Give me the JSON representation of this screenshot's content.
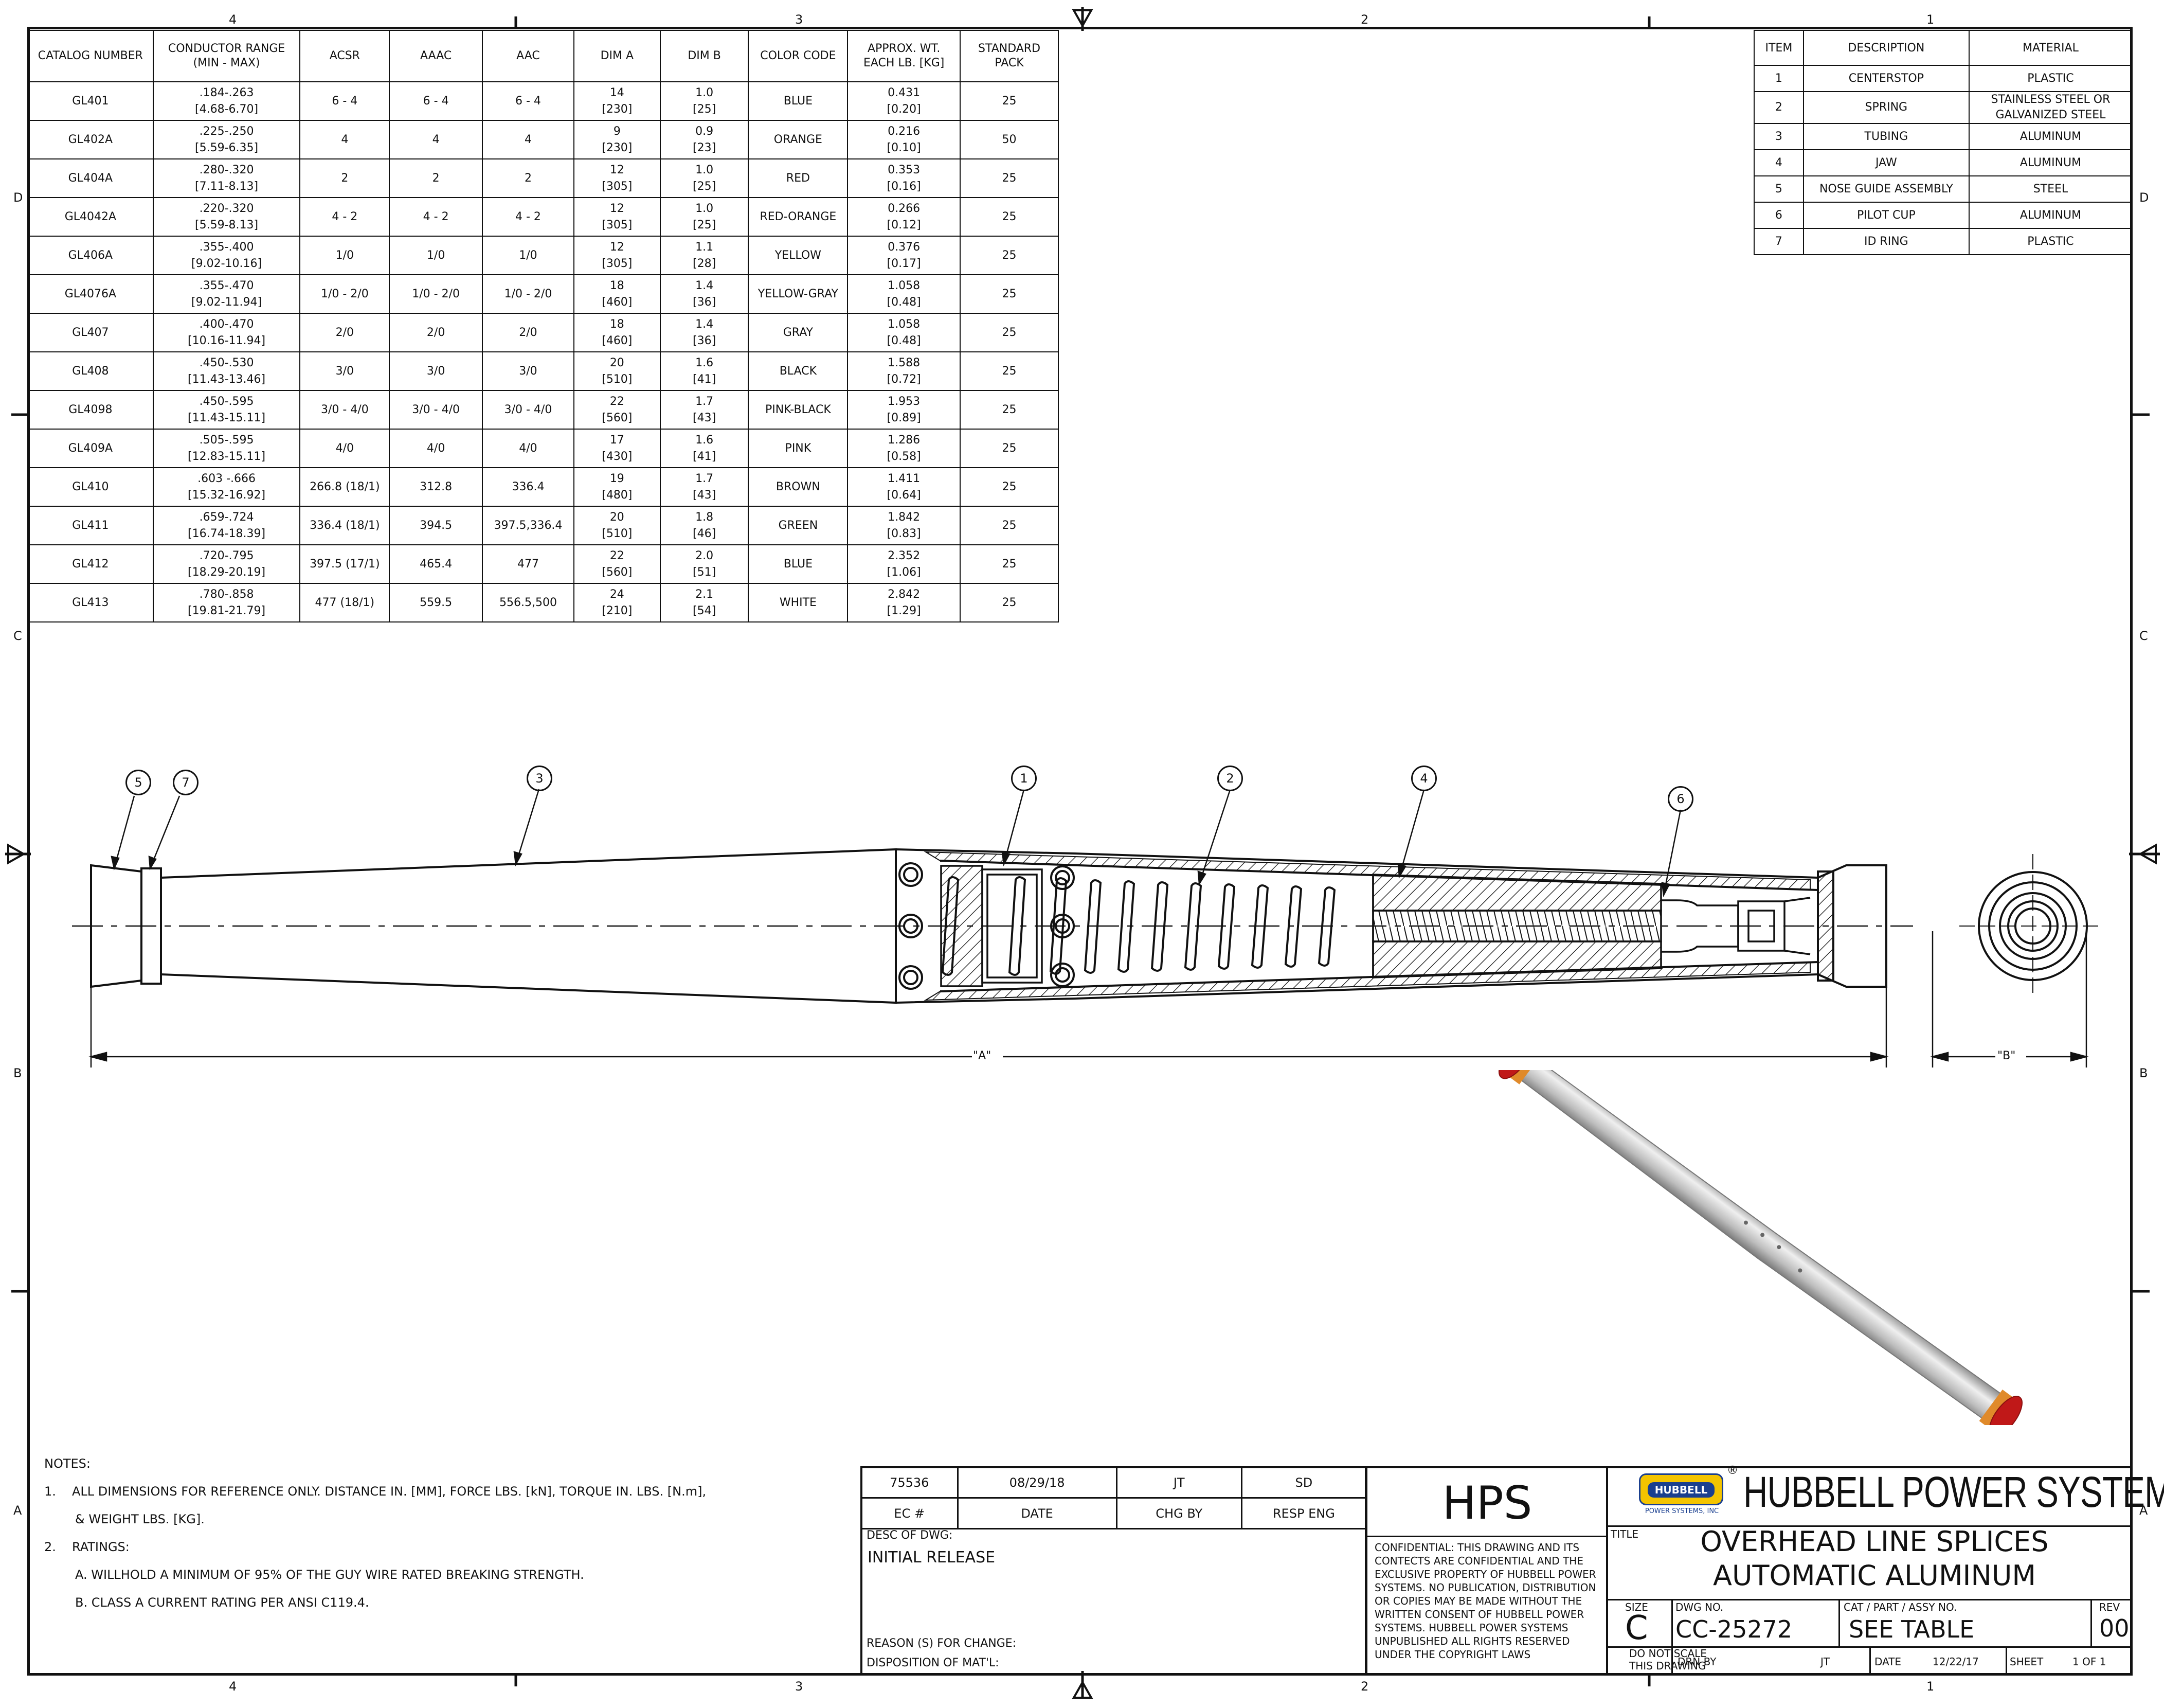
{
  "zones": {
    "top": [
      "4",
      "3",
      "2",
      "1"
    ],
    "side": [
      "D",
      "C",
      "B",
      "A"
    ]
  },
  "catalog_table": {
    "headers": [
      "CATALOG NUMBER",
      "CONDUCTOR RANGE\n(MIN - MAX)",
      "ACSR",
      "AAAC",
      "AAC",
      "DIM A",
      "DIM B",
      "COLOR CODE",
      "APPROX. WT.\nEACH LB. [KG]",
      "STANDARD\nPACK"
    ],
    "rows": [
      [
        "GL401",
        ".184-.263\n[4.68-6.70]",
        "6 - 4",
        "6 - 4",
        "6 - 4",
        "14\n[230]",
        "1.0\n[25]",
        "BLUE",
        "0.431\n[0.20]",
        "25"
      ],
      [
        "GL402A",
        ".225-.250\n[5.59-6.35]",
        "4",
        "4",
        "4",
        "9\n[230]",
        "0.9\n[23]",
        "ORANGE",
        "0.216\n[0.10]",
        "50"
      ],
      [
        "GL404A",
        ".280-.320\n[7.11-8.13]",
        "2",
        "2",
        "2",
        "12\n[305]",
        "1.0\n[25]",
        "RED",
        "0.353\n[0.16]",
        "25"
      ],
      [
        "GL4042A",
        ".220-.320\n[5.59-8.13]",
        "4 - 2",
        "4 - 2",
        "4 - 2",
        "12\n[305]",
        "1.0\n[25]",
        "RED-ORANGE",
        "0.266\n[0.12]",
        "25"
      ],
      [
        "GL406A",
        ".355-.400\n[9.02-10.16]",
        "1/0",
        "1/0",
        "1/0",
        "12\n[305]",
        "1.1\n[28]",
        "YELLOW",
        "0.376\n[0.17]",
        "25"
      ],
      [
        "GL4076A",
        ".355-.470\n[9.02-11.94]",
        "1/0 - 2/0",
        "1/0 - 2/0",
        "1/0 - 2/0",
        "18\n[460]",
        "1.4\n[36]",
        "YELLOW-GRAY",
        "1.058\n[0.48]",
        "25"
      ],
      [
        "GL407",
        ".400-.470\n[10.16-11.94]",
        "2/0",
        "2/0",
        "2/0",
        "18\n[460]",
        "1.4\n[36]",
        "GRAY",
        "1.058\n[0.48]",
        "25"
      ],
      [
        "GL408",
        ".450-.530\n[11.43-13.46]",
        "3/0",
        "3/0",
        "3/0",
        "20\n[510]",
        "1.6\n[41]",
        "BLACK",
        "1.588\n[0.72]",
        "25"
      ],
      [
        "GL4098",
        ".450-.595\n[11.43-15.11]",
        "3/0 - 4/0",
        "3/0 - 4/0",
        "3/0 - 4/0",
        "22\n[560]",
        "1.7\n[43]",
        "PINK-BLACK",
        "1.953\n[0.89]",
        "25"
      ],
      [
        "GL409A",
        ".505-.595\n[12.83-15.11]",
        "4/0",
        "4/0",
        "4/0",
        "17\n[430]",
        "1.6\n[41]",
        "PINK",
        "1.286\n[0.58]",
        "25"
      ],
      [
        "GL410",
        ".603 -.666\n[15.32-16.92]",
        "266.8 (18/1)",
        "312.8",
        "336.4",
        "19\n[480]",
        "1.7\n[43]",
        "BROWN",
        "1.411\n[0.64]",
        "25"
      ],
      [
        "GL411",
        ".659-.724\n[16.74-18.39]",
        "336.4 (18/1)",
        "394.5",
        "397.5,336.4",
        "20\n[510]",
        "1.8\n[46]",
        "GREEN",
        "1.842\n[0.83]",
        "25"
      ],
      [
        "GL412",
        ".720-.795\n[18.29-20.19]",
        "397.5 (17/1)",
        "465.4",
        "477",
        "22\n[560]",
        "2.0\n[51]",
        "BLUE",
        "2.352\n[1.06]",
        "25"
      ],
      [
        "GL413",
        ".780-.858\n[19.81-21.79]",
        "477 (18/1)",
        "559.5",
        "556.5,500",
        "24\n[210]",
        "2.1\n[54]",
        "WHITE",
        "2.842\n[1.29]",
        "25"
      ]
    ]
  },
  "bom_table": {
    "headers": [
      "ITEM",
      "DESCRIPTION",
      "MATERIAL"
    ],
    "rows": [
      [
        "1",
        "CENTERSTOP",
        "PLASTIC"
      ],
      [
        "2",
        "SPRING",
        "STAINLESS STEEL OR\nGALVANIZED STEEL"
      ],
      [
        "3",
        "TUBING",
        "ALUMINUM"
      ],
      [
        "4",
        "JAW",
        "ALUMINUM"
      ],
      [
        "5",
        "NOSE GUIDE ASSEMBLY",
        "STEEL"
      ],
      [
        "6",
        "PILOT CUP",
        "ALUMINUM"
      ],
      [
        "7",
        "ID RING",
        "PLASTIC"
      ]
    ]
  },
  "balloons": [
    "5",
    "7",
    "3",
    "1",
    "2",
    "4",
    "6"
  ],
  "dimensions": {
    "a": "\"A\"",
    "b": "\"B\""
  },
  "notes": {
    "heading": "NOTES:",
    "n1_num": "1.",
    "n1_text": "ALL DIMENSIONS FOR REFERENCE ONLY.  DISTANCE IN. [MM], FORCE LBS. [kN], TORQUE IN. LBS. [N.m],",
    "n1_cont": "& WEIGHT LBS. [KG].",
    "n2_num": "2.",
    "n2_text": "RATINGS:",
    "n2a": "A.  WILLHOLD A MINIMUM OF 95% OF THE GUY WIRE RATED BREAKING STRENGTH.",
    "n2b": "B. CLASS A CURRENT RATING PER ANSI C119.4."
  },
  "revision_block": {
    "ec_value": "75536",
    "date_value": "08/29/18",
    "chg_value": "JT",
    "resp_value": "SD",
    "ec_label": "EC #",
    "date_label": "DATE",
    "chg_label": "CHG BY",
    "resp_label": "RESP ENG",
    "desc_label": "DESC OF DWG:",
    "desc_value": "INITIAL RELEASE",
    "reason_label": "REASON (S) FOR CHANGE:",
    "disp_label": "DISPOSITION OF MAT'L:"
  },
  "title_block": {
    "hps": "HPS",
    "confidential": "CONFIDENTIAL: THIS DRAWING AND ITS CONTECTS ARE CONFIDENTIAL AND THE EXCLUSIVE PROPERTY OF HUBBELL POWER SYSTEMS. NO PUBLICATION, DISTRIBUTION OR COPIES MAY BE MADE WITHOUT THE WRITTEN CONSENT OF HUBBELL POWER SYSTEMS. HUBBELL POWER SYSTEMS UNPUBLISHED ALL RIGHTS RESERVED UNDER THE COPYRIGHT LAWS",
    "logo_word": "HUBBELL",
    "logo_sub": "POWER SYSTEMS, INC",
    "logo_reg": "®",
    "company": "HUBBELL POWER SYSTEMS",
    "title_label": "TITLE",
    "title_line1": "OVERHEAD LINE SPLICES",
    "title_line2": "AUTOMATIC ALUMINUM",
    "size_label": "SIZE",
    "size_value": "C",
    "dwg_label": "DWG NO.",
    "dwg_value": "CC-25272",
    "cat_label": "CAT / PART / ASSY NO.",
    "cat_value": "SEE TABLE",
    "rev_label": "REV",
    "rev_value": "00",
    "noscale": "DO NOT SCALE\nTHIS DRAWING",
    "drn_label": "DRN BY",
    "drn_value": "JT",
    "date_label": "DATE",
    "date_value": "12/22/17",
    "sheet_label": "SHEET",
    "sheet_value": "1 OF 1"
  },
  "colors": {
    "line": "#111111",
    "logo_yellow": "#f4c400",
    "logo_blue": "#1a3f8f",
    "cap_red": "#c01818",
    "cap_orange": "#e08a2a",
    "tube_gray": "#bdbdbd"
  }
}
